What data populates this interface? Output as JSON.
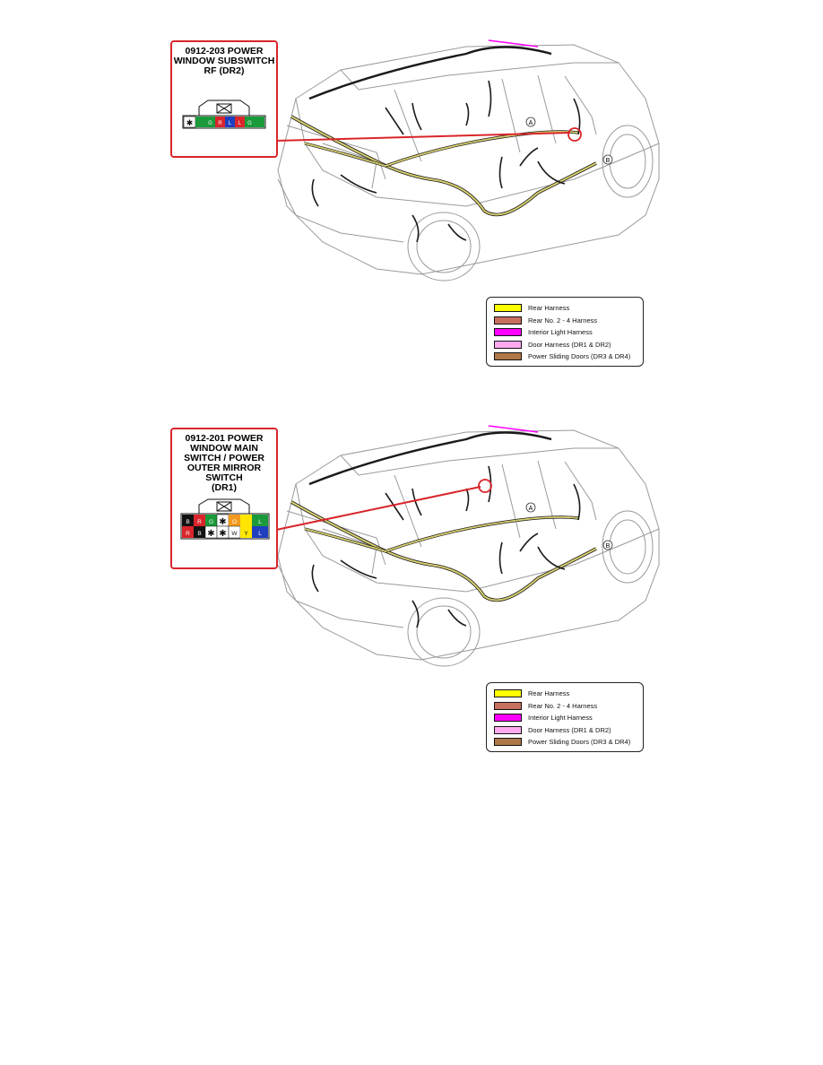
{
  "panels": [
    {
      "connector_title": "0912-203 POWER\nWINDOW SUBSWITCH\nRF (DR2)",
      "marker_a": "A",
      "marker_b": "B",
      "connector_pins_top": [
        "✱",
        "G",
        "R",
        "L",
        "L",
        "G"
      ],
      "pin_colors": [
        "#ffffff",
        "#1a9a3a",
        "#1a9a3a",
        "#d9252b",
        "#1f3fbf",
        "#d9252b",
        "#1a9a3a"
      ]
    },
    {
      "connector_title": "0912-201 POWER\nWINDOW MAIN\nSWITCH / POWER\nOUTER MIRROR\nSWITCH\n(DR1)",
      "marker_a": "A",
      "marker_b": "B",
      "connector_pins_top": [
        "B",
        "R",
        "G",
        "✱",
        "O",
        "L"
      ],
      "connector_pins_bottom": [
        "R",
        "B",
        "✱",
        "✱",
        "W",
        "Y",
        "L"
      ],
      "pin_colors_top": [
        "#111111",
        "#d9252b",
        "#1a9a3a",
        "#ffffff",
        "#f39a1e",
        "#ffe600",
        "#1a9a3a"
      ],
      "pin_colors_bottom": [
        "#d9252b",
        "#111111",
        "#ffffff",
        "#ffffff",
        "#ffffff",
        "#ffe600",
        "#1f3fbf"
      ]
    }
  ],
  "legend": {
    "items": [
      {
        "label": "Rear Harness",
        "color": "#ffff00"
      },
      {
        "label": "Rear No. 2 - 4 Harness",
        "color": "#c87060"
      },
      {
        "label": "Interior Light Harness",
        "color": "#ff00ff"
      },
      {
        "label": "Door Harness (DR1 & DR2)",
        "color": "#ffaaf0"
      },
      {
        "label": "Power Sliding Doors (DR3 & DR4)",
        "color": "#b07848"
      }
    ]
  },
  "colors": {
    "callout_red": "#d9252b",
    "harness_yellow": "#d8d070",
    "wire_dark": "#1a1a1a",
    "body_line": "#9a9a9a"
  }
}
